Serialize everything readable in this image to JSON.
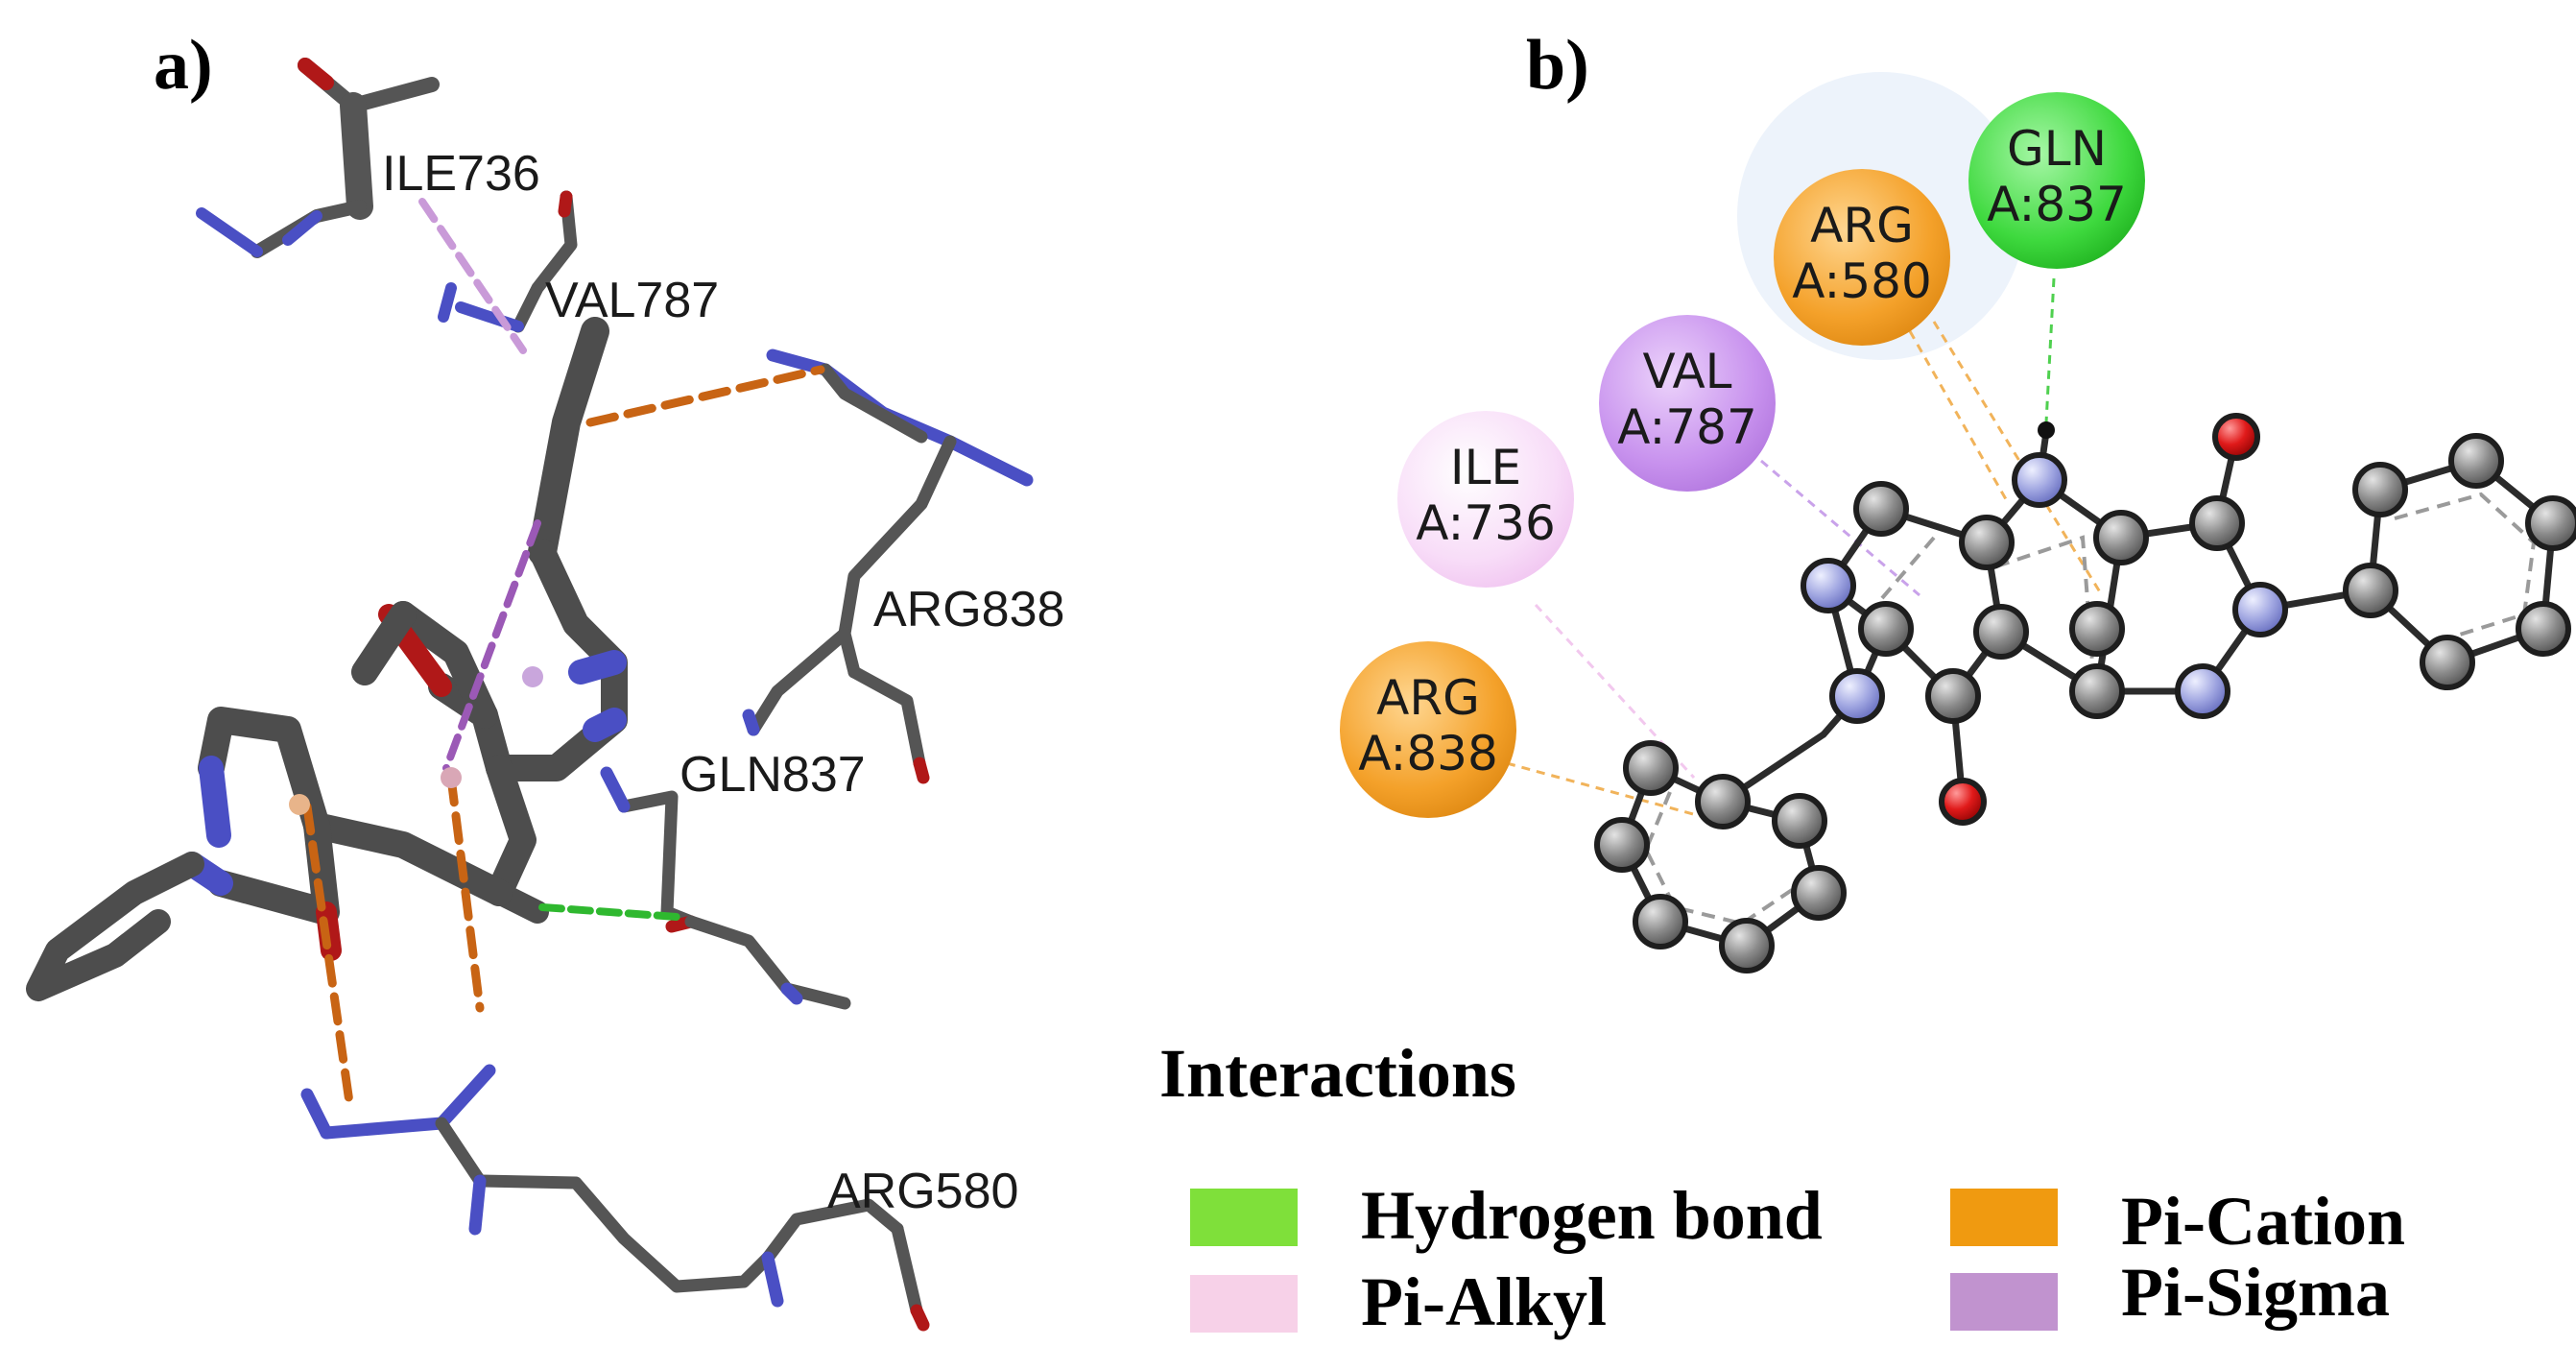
{
  "panels": {
    "a": {
      "label": "a)"
    },
    "b": {
      "label": "b)"
    }
  },
  "residues_3d": [
    "ILE736",
    "VAL787",
    "ARG838",
    "GLN837",
    "ARG580"
  ],
  "residue_nodes": [
    {
      "name": "GLN",
      "id": "A:837",
      "type": "Hydrogen bond"
    },
    {
      "name": "ARG",
      "id": "A:580",
      "type": "Pi-Cation"
    },
    {
      "name": "VAL",
      "id": "A:787",
      "type": "Pi-Sigma"
    },
    {
      "name": "ILE",
      "id": "A:736",
      "type": "Pi-Alkyl"
    },
    {
      "name": "ARG",
      "id": "A:838",
      "type": "Pi-Cation"
    }
  ],
  "legend": {
    "title": "Interactions",
    "items": [
      {
        "label": "Hydrogen bond",
        "color": "#7fe03a"
      },
      {
        "label": "Pi-Cation",
        "color": "#f09a10"
      },
      {
        "label": "Pi-Alkyl",
        "color": "#f7d1e8"
      },
      {
        "label": "Pi-Sigma",
        "color": "#c193cf"
      }
    ]
  },
  "colors": {
    "carbon": "#555555",
    "nitrogen": "#4a4fc4",
    "oxygen": "#c01818",
    "hydrogen": "#9a9a9a",
    "hbond": "#2fb82f",
    "pi_cation": "#c86414",
    "pi_sigma": "#9b59b6",
    "pi_alkyl": "#e6a8d2"
  }
}
